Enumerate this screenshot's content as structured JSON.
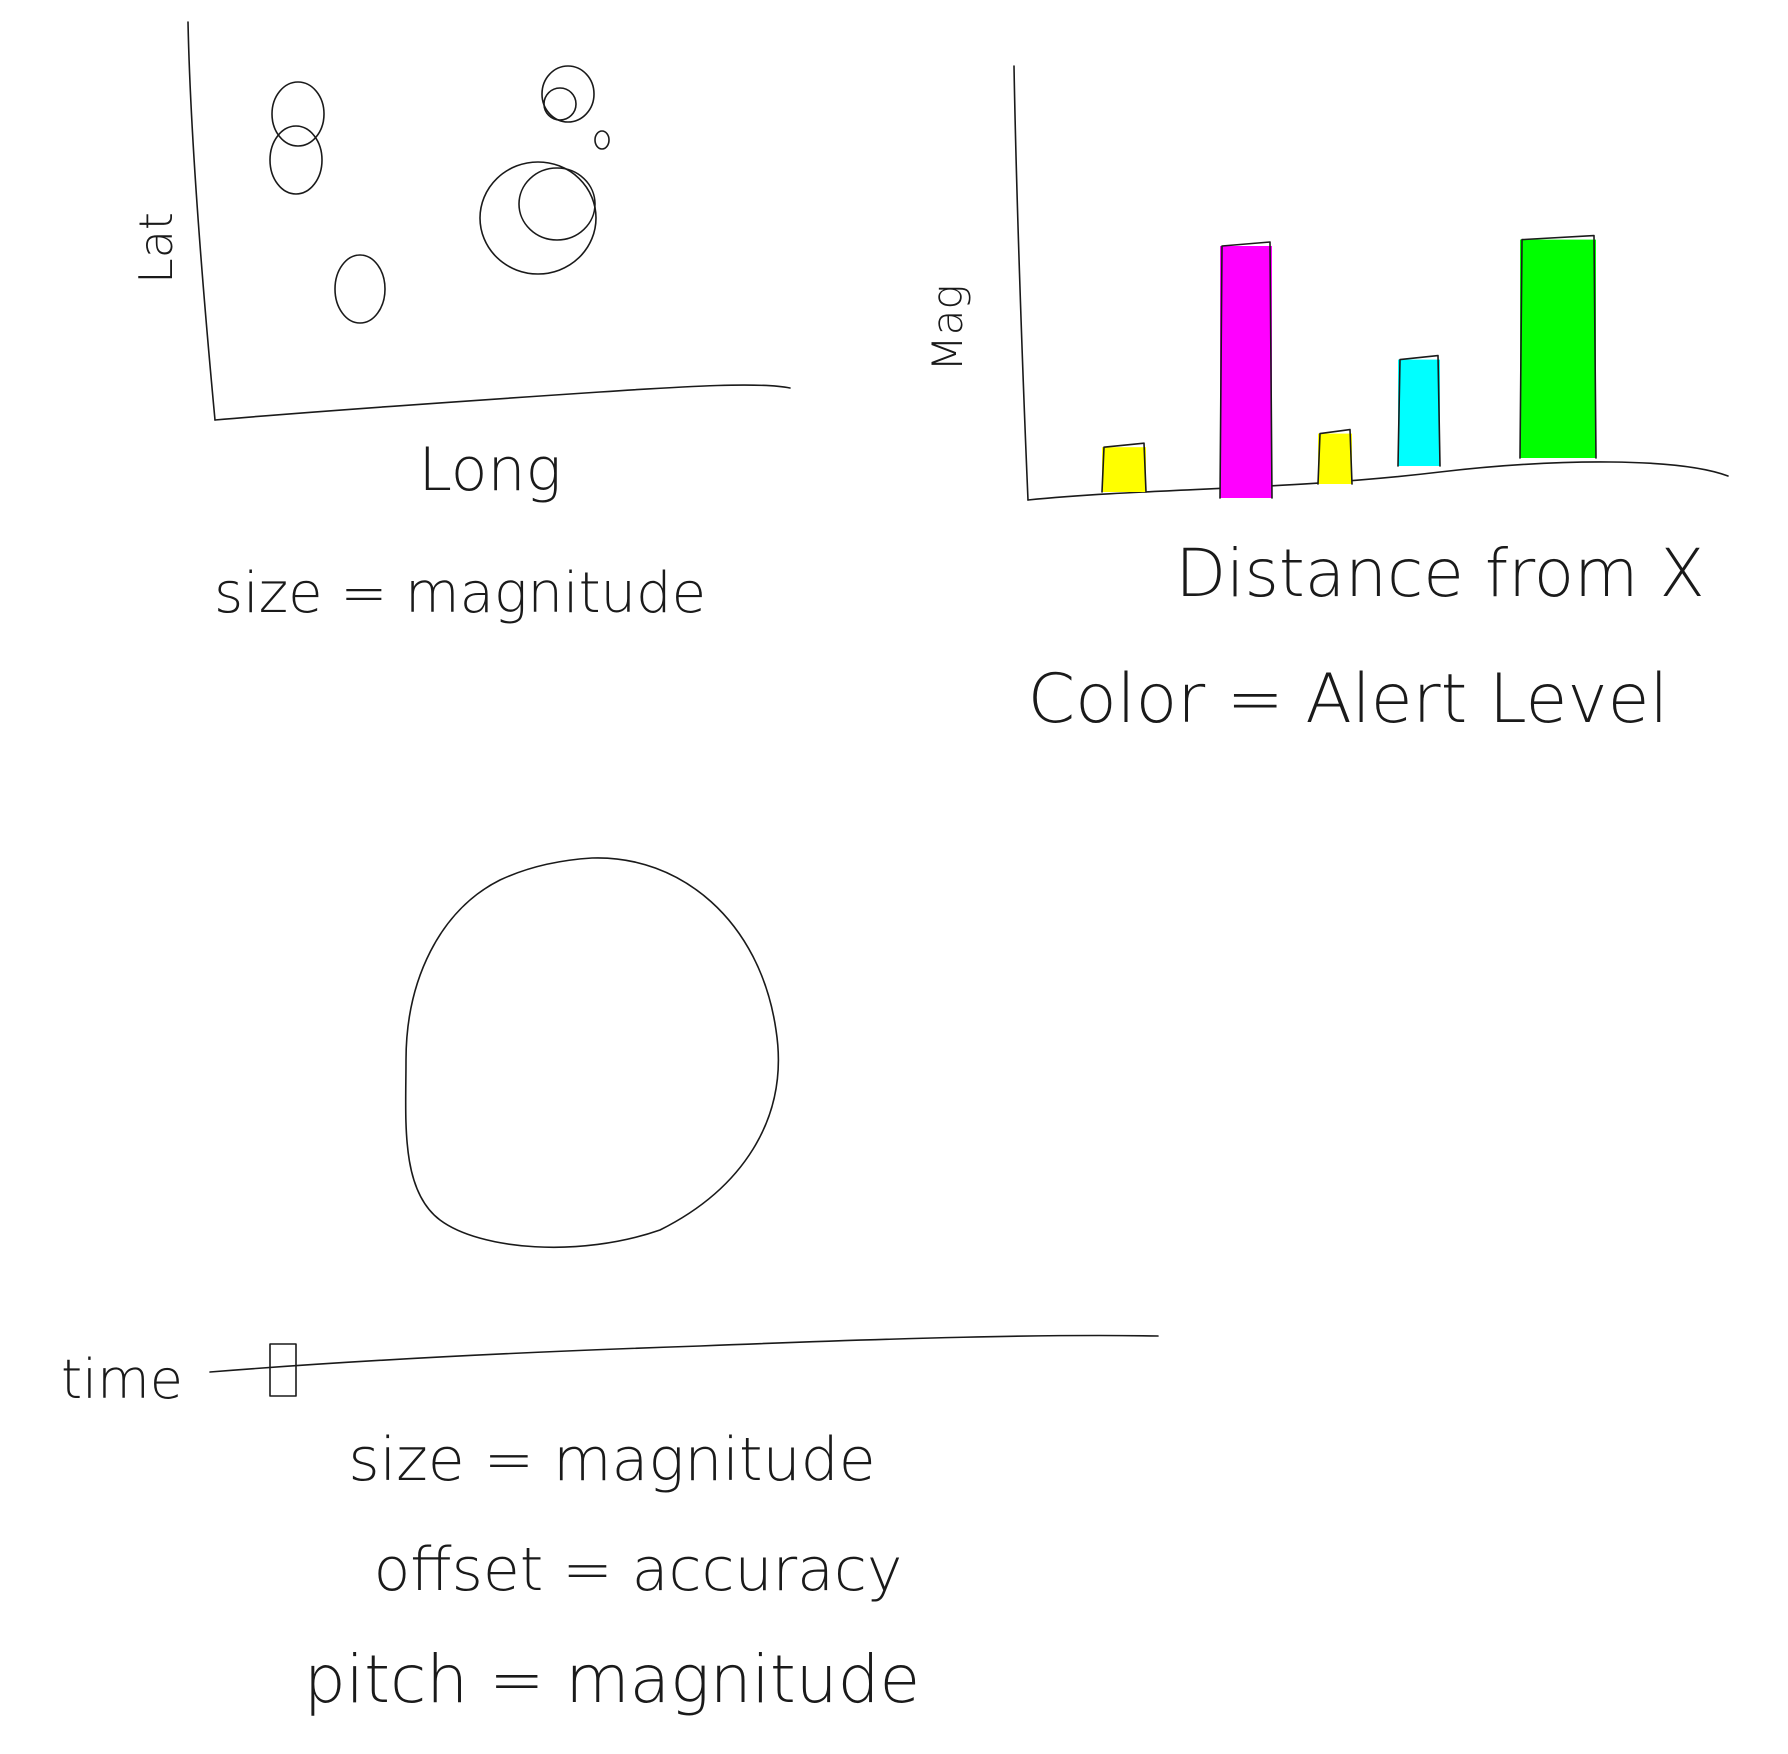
{
  "scatter_sketch": {
    "y_axis_label": "Lat",
    "x_axis_label": "Long",
    "encoding_note": "size = magnitude"
  },
  "bar_sketch": {
    "y_axis_label": "Mag",
    "x_axis_label": "Distance from X",
    "encoding_note": "Color = Alert Level",
    "bars": [
      {
        "color": "#ffff00",
        "level": 0.16
      },
      {
        "color": "#ff00ff",
        "level": 0.9
      },
      {
        "color": "#ffff00",
        "level": 0.18
      },
      {
        "color": "#00ffff",
        "level": 0.38
      },
      {
        "color": "#00ff00",
        "level": 0.78
      }
    ]
  },
  "animation_sketch": {
    "time_label": "time",
    "notes": [
      "size = magnitude",
      "offset = accuracy",
      "pitch = magnitude"
    ]
  }
}
